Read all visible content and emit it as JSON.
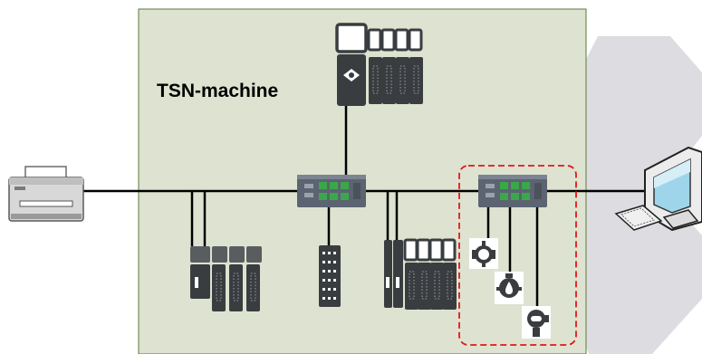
{
  "machine": {
    "label": "TSN-machine",
    "background": "#dde3d0",
    "border": "#5e7a3c"
  },
  "colors": {
    "line": "#000000",
    "device_dark": "#3a3d40",
    "device_mid": "#5a5d60",
    "port_green": "#3aa84a",
    "switch_body": "#5b6470",
    "dashed_red": "#e01818",
    "watermark": "#d9d9de"
  },
  "devices": [
    {
      "id": "printer",
      "icon": "printer-icon"
    },
    {
      "id": "pc",
      "icon": "computer-icon"
    },
    {
      "id": "controller",
      "icon": "plc-controller-icon"
    },
    {
      "id": "central-switch",
      "icon": "tsn-switch-icon"
    },
    {
      "id": "edge-switch",
      "icon": "tsn-switch-icon"
    },
    {
      "id": "io-block-left",
      "icon": "io-module-icon"
    },
    {
      "id": "io-block-center",
      "icon": "remote-io-icon"
    },
    {
      "id": "io-block-right",
      "icon": "io-module-icon"
    },
    {
      "id": "actuator-1",
      "icon": "valve-icon"
    },
    {
      "id": "actuator-2",
      "icon": "sensor-icon"
    },
    {
      "id": "actuator-3",
      "icon": "drive-icon"
    }
  ]
}
